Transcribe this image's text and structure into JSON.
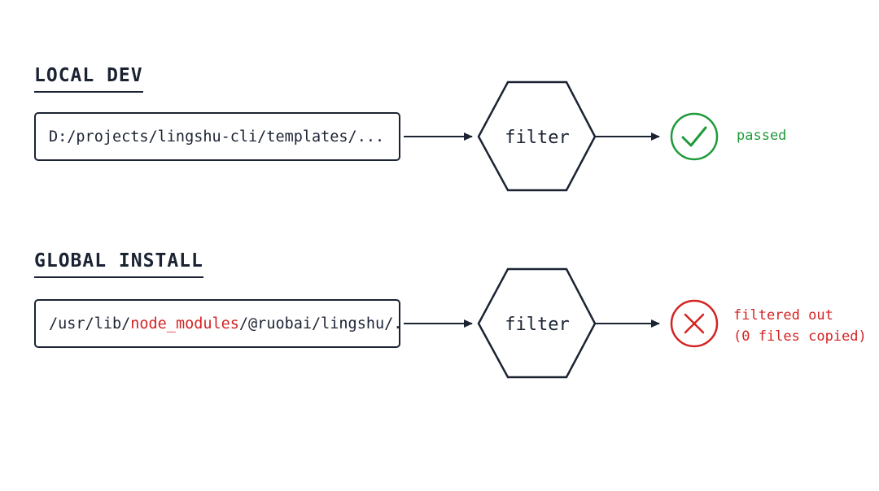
{
  "colors": {
    "ink": "#1b2333",
    "success": "#1e9a3a",
    "error": "#d42323"
  },
  "rows": [
    {
      "title": "LOCAL DEV",
      "path_parts": [
        {
          "text": "D:/projects/lingshu-cli/templates/...",
          "highlight": false
        }
      ],
      "node_label": "filter",
      "status_icon": "check-circle-icon",
      "status_lines": [
        "passed"
      ]
    },
    {
      "title": "GLOBAL INSTALL",
      "path_parts": [
        {
          "text": "/usr/lib/",
          "highlight": false
        },
        {
          "text": "node_modules",
          "highlight": true
        },
        {
          "text": "/@ruobai/lingshu/...",
          "highlight": false
        }
      ],
      "node_label": "filter",
      "status_icon": "x-circle-icon",
      "status_lines": [
        "filtered out",
        "(0 files copied)"
      ]
    }
  ]
}
